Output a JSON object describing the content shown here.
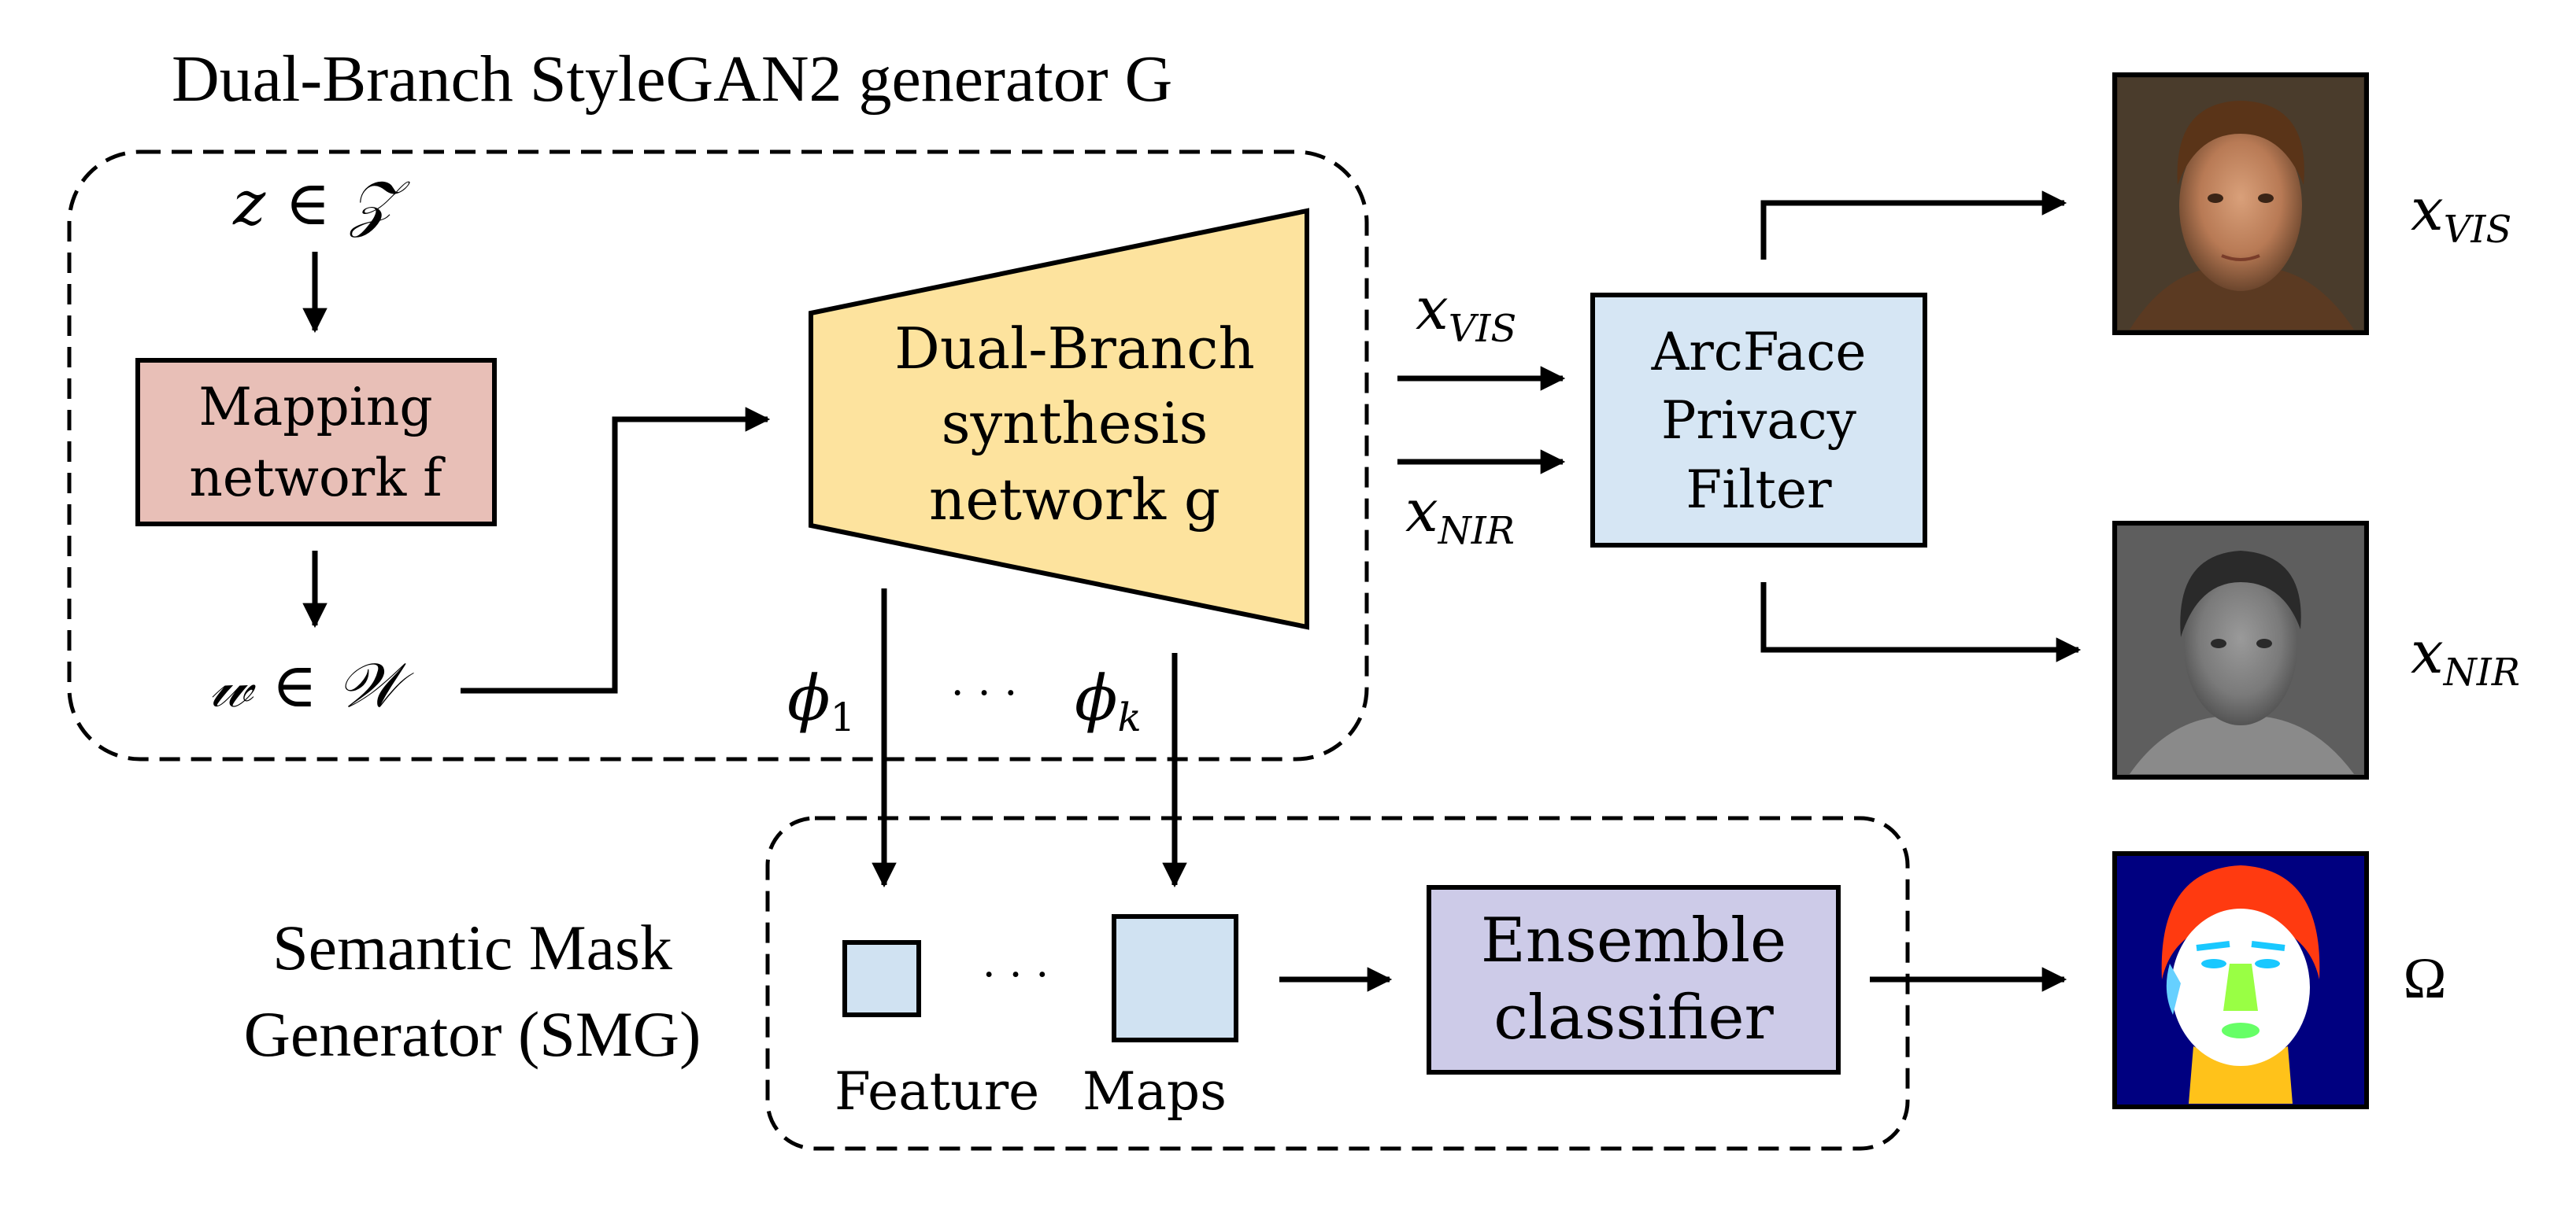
{
  "generator": {
    "title": "Dual-Branch StyleGAN2 generator G",
    "latent_z": "z ∈ 𝒵",
    "latent_w": "𝓌 ∈ 𝒲",
    "mapping_line1": "Mapping",
    "mapping_line2": "network f",
    "synthesis_line1": "Dual-Branch",
    "synthesis_line2": "synthesis",
    "synthesis_line3": "network g",
    "phi_1": "ϕ",
    "phi_1_sub": "1",
    "phi_k": "ϕ",
    "phi_k_sub": "k",
    "phi_dots": "· · ·"
  },
  "outputs": {
    "x_vis": "x",
    "x_vis_sub": "VIS",
    "x_nir": "x",
    "x_nir_sub": "NIR",
    "omega": "Ω"
  },
  "filter": {
    "line1": "ArcFace",
    "line2": "Privacy",
    "line3": "Filter"
  },
  "smg": {
    "title_line1": "Semantic Mask",
    "title_line2": "Generator (SMG)",
    "feature_label": "Feature",
    "maps_label": "Maps",
    "dots": "· · ·",
    "classifier_line1": "Ensemble",
    "classifier_line2": "classifier"
  },
  "colors": {
    "mapping_fill": "#e8bfb7",
    "synthesis_fill": "#fde39e",
    "filter_fill": "#d6e6f4",
    "feature_fill": "#d0e2f2",
    "classifier_fill": "#cdcbe8",
    "mask_background": "#000080",
    "mask_hair": "#ff3a10",
    "mask_skin": "#ffffff",
    "mask_nose": "#99ff44",
    "mask_neck": "#ffc21a",
    "mask_eyes": "#19c8ff"
  }
}
